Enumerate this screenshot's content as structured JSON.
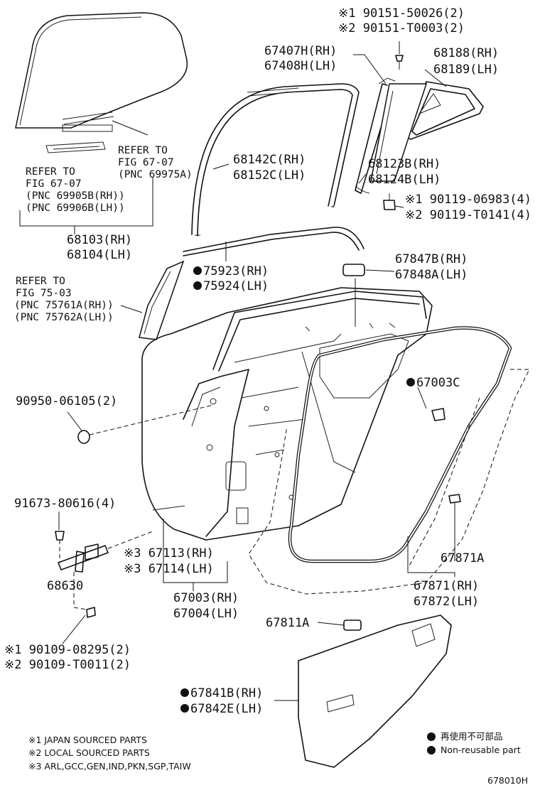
{
  "labels": {
    "p90151_1": "※1 90151-50026(2)",
    "p90151_2": "※2 90151-T0003(2)",
    "p67407": "67407H(RH)",
    "p67408": "67408H(LH)",
    "p68188": "68188(RH)",
    "p68189": "68189(LH)",
    "p68142": "68142C(RH)",
    "p68152": "68152C(LH)",
    "p68123": "68123B(RH)",
    "p68124": "68124B(LH)",
    "p90119_1": "※1 90119-06983(4)",
    "p90119_2": "※2 90119-T0141(4)",
    "p68103": "68103(RH)",
    "p68104": "68104(LH)",
    "p75923": "75923(RH)",
    "p75924": "75924(LH)",
    "p67847": "67847B(RH)",
    "p67848": "67848A(LH)",
    "p67003c": "67003C",
    "p90950": "90950-06105(2)",
    "p91673": "91673-80616(4)",
    "p67113": "※3 67113(RH)",
    "p67114": "※3 67114(LH)",
    "p68630": "68630",
    "p67003": "67003(RH)",
    "p67004": "67004(LH)",
    "p67871a": "67871A",
    "p67871": "67871(RH)",
    "p67872": "67872(LH)",
    "p67811": "67811A",
    "p90109_1": "※1 90109-08295(2)",
    "p90109_2": "※2 90109-T0011(2)",
    "p67841": "67841B(RH)",
    "p67842": "67842E(LH)"
  },
  "refs": {
    "ref_a": [
      "REFER TO",
      "FIG 67-07",
      "(PNC 69975A)"
    ],
    "ref_b": [
      "REFER TO",
      "FIG 67-07",
      "(PNC 69905B(RH))",
      "(PNC 69906B(LH))"
    ],
    "ref_c": [
      "REFER TO",
      "FIG 75-03",
      "(PNC 75761A(RH))",
      "(PNC 75762A(LH))"
    ]
  },
  "notes": {
    "n1": "※1 JAPAN SOURCED PARTS",
    "n2": "※2 LOCAL SOURCED PARTS",
    "n3": "※3 ARL,GCC,GEN,IND,PKN,SGP,TAIW"
  },
  "legend": {
    "jp": "再使用不可部品",
    "en": "Non-reusable part"
  },
  "figure_id": "678010H",
  "colors": {
    "line": "#111111",
    "background": "#ffffff"
  }
}
